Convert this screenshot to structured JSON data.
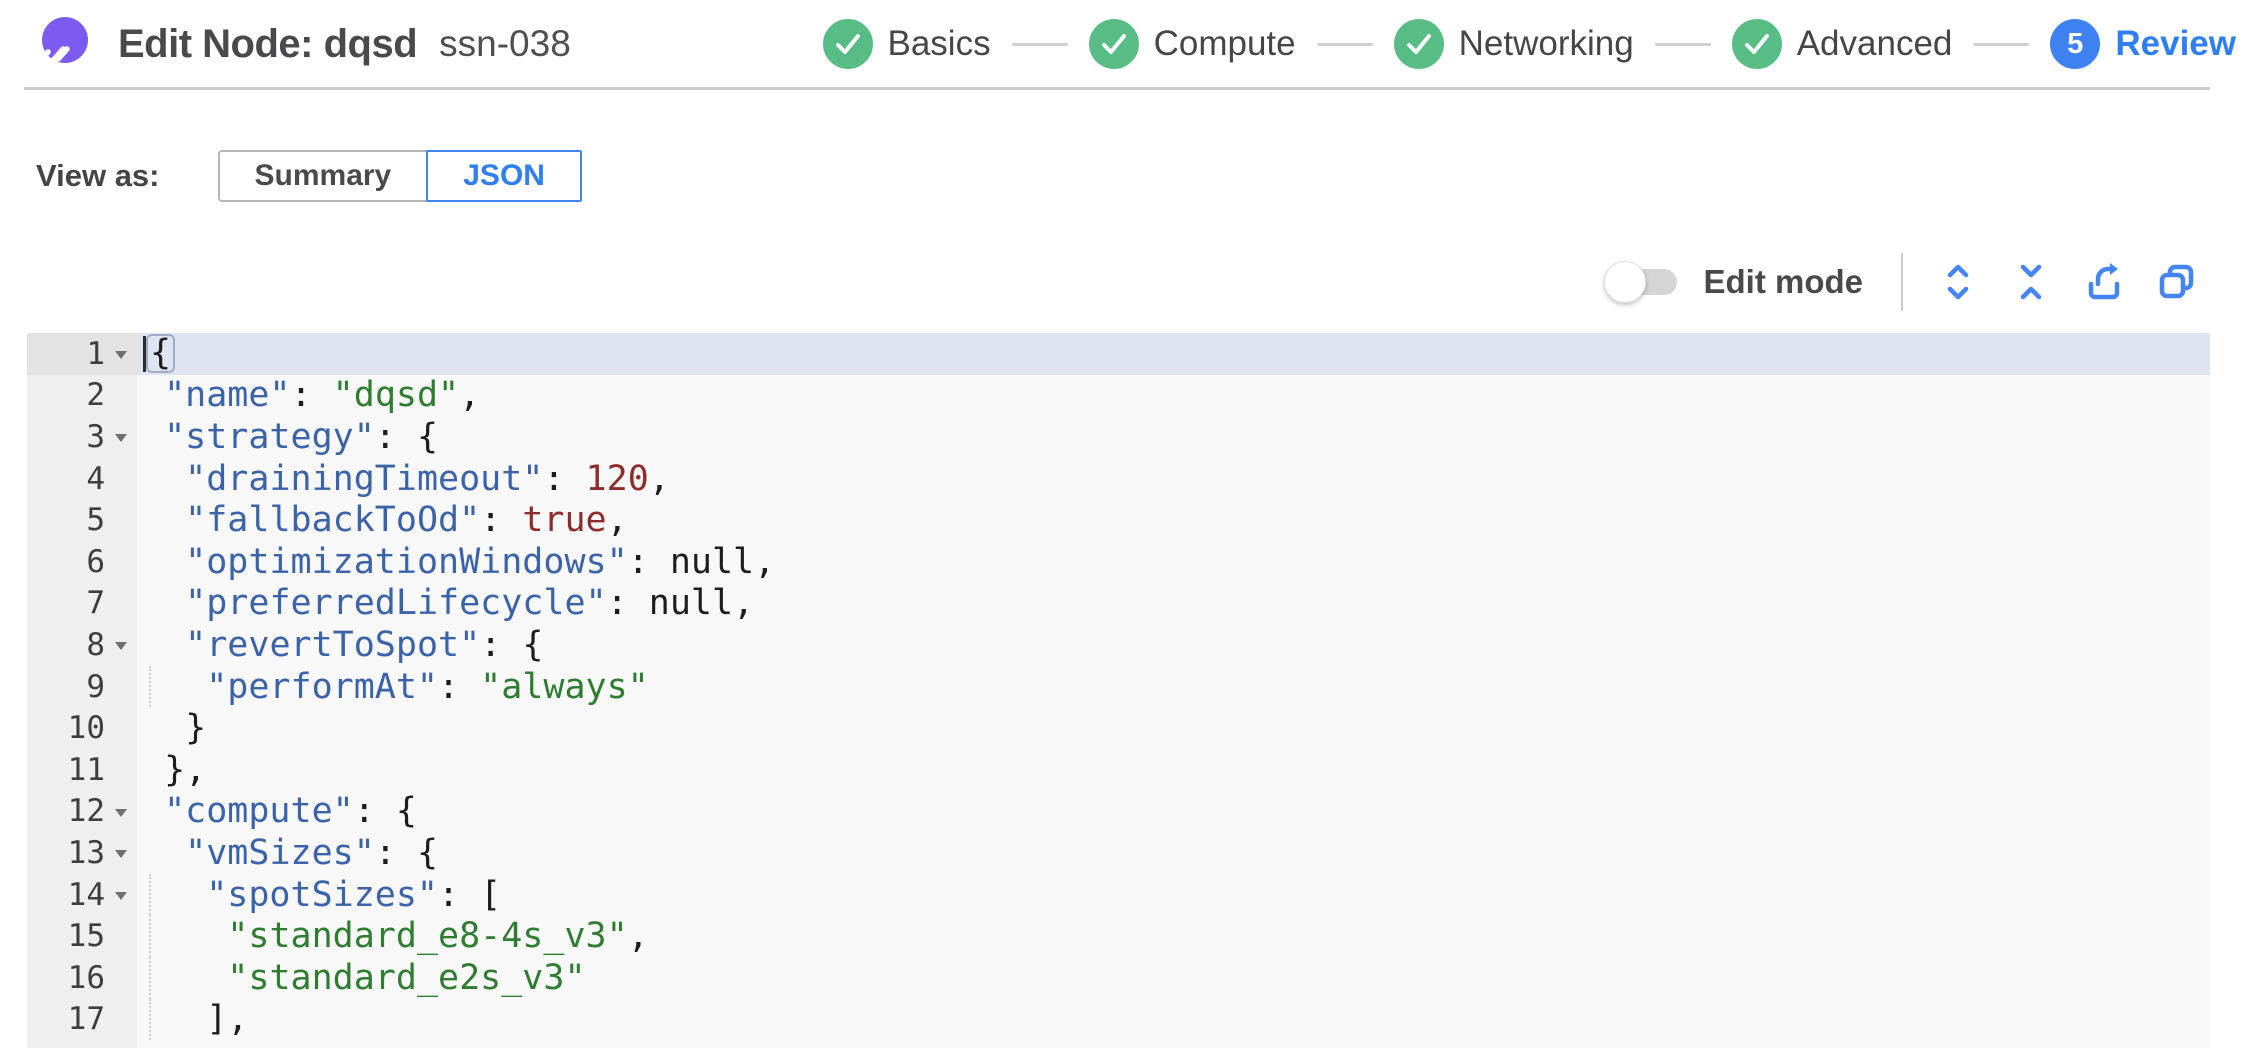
{
  "header": {
    "title": "Edit Node: dqsd",
    "subtitle": "ssn-038",
    "steps": [
      {
        "id": "basics",
        "label": "Basics",
        "status": "done"
      },
      {
        "id": "compute",
        "label": "Compute",
        "status": "done"
      },
      {
        "id": "networking",
        "label": "Networking",
        "status": "done"
      },
      {
        "id": "advanced",
        "label": "Advanced",
        "status": "done"
      },
      {
        "id": "review",
        "label": "Review",
        "status": "current",
        "number": "5"
      }
    ]
  },
  "view_as": {
    "label": "View as:",
    "options": [
      {
        "label": "Summary",
        "selected": false
      },
      {
        "label": "JSON",
        "selected": true
      }
    ]
  },
  "toolbar": {
    "edit_mode_label": "Edit mode",
    "edit_mode_on": false,
    "icons": [
      "expand-all-icon",
      "collapse-all-icon",
      "export-icon",
      "copy-icon"
    ]
  },
  "colors": {
    "accent_blue": "#2e7ff2",
    "step_done_green": "#57bd84",
    "step_current_blue": "#3e82f1",
    "logo_purple": "#7d5bf0",
    "code_key": "#3b63a9",
    "code_string": "#2f7d31",
    "code_number": "#8e2c2c",
    "active_line_bg": "#dee4f0"
  },
  "editor": {
    "lines": [
      {
        "n": 1,
        "indent": 0,
        "fold": true,
        "active": true,
        "segments": [
          {
            "c": "p",
            "t": "{",
            "box": true
          }
        ]
      },
      {
        "n": 2,
        "indent": 1,
        "fold": false,
        "segments": [
          {
            "c": "k",
            "t": "\"name\""
          },
          {
            "c": "p",
            "t": ": "
          },
          {
            "c": "s",
            "t": "\"dqsd\""
          },
          {
            "c": "p",
            "t": ","
          }
        ]
      },
      {
        "n": 3,
        "indent": 1,
        "fold": true,
        "segments": [
          {
            "c": "k",
            "t": "\"strategy\""
          },
          {
            "c": "p",
            "t": ": {"
          }
        ]
      },
      {
        "n": 4,
        "indent": 2,
        "fold": false,
        "segments": [
          {
            "c": "k",
            "t": "\"drainingTimeout\""
          },
          {
            "c": "p",
            "t": ": "
          },
          {
            "c": "n",
            "t": "120"
          },
          {
            "c": "p",
            "t": ","
          }
        ]
      },
      {
        "n": 5,
        "indent": 2,
        "fold": false,
        "segments": [
          {
            "c": "k",
            "t": "\"fallbackToOd\""
          },
          {
            "c": "p",
            "t": ": "
          },
          {
            "c": "b",
            "t": "true"
          },
          {
            "c": "p",
            "t": ","
          }
        ]
      },
      {
        "n": 6,
        "indent": 2,
        "fold": false,
        "segments": [
          {
            "c": "k",
            "t": "\"optimizationWindows\""
          },
          {
            "c": "p",
            "t": ": "
          },
          {
            "c": "u",
            "t": "null"
          },
          {
            "c": "p",
            "t": ","
          }
        ]
      },
      {
        "n": 7,
        "indent": 2,
        "fold": false,
        "segments": [
          {
            "c": "k",
            "t": "\"preferredLifecycle\""
          },
          {
            "c": "p",
            "t": ": "
          },
          {
            "c": "u",
            "t": "null"
          },
          {
            "c": "p",
            "t": ","
          }
        ]
      },
      {
        "n": 8,
        "indent": 2,
        "fold": true,
        "segments": [
          {
            "c": "k",
            "t": "\"revertToSpot\""
          },
          {
            "c": "p",
            "t": ": {"
          }
        ]
      },
      {
        "n": 9,
        "indent": 3,
        "fold": false,
        "segments": [
          {
            "c": "k",
            "t": "\"performAt\""
          },
          {
            "c": "p",
            "t": ": "
          },
          {
            "c": "s",
            "t": "\"always\""
          }
        ]
      },
      {
        "n": 10,
        "indent": 2,
        "fold": false,
        "segments": [
          {
            "c": "p",
            "t": "}"
          }
        ]
      },
      {
        "n": 11,
        "indent": 1,
        "fold": false,
        "segments": [
          {
            "c": "p",
            "t": "},"
          }
        ]
      },
      {
        "n": 12,
        "indent": 1,
        "fold": true,
        "segments": [
          {
            "c": "k",
            "t": "\"compute\""
          },
          {
            "c": "p",
            "t": ": {"
          }
        ]
      },
      {
        "n": 13,
        "indent": 2,
        "fold": true,
        "segments": [
          {
            "c": "k",
            "t": "\"vmSizes\""
          },
          {
            "c": "p",
            "t": ": {"
          }
        ]
      },
      {
        "n": 14,
        "indent": 3,
        "fold": true,
        "segments": [
          {
            "c": "k",
            "t": "\"spotSizes\""
          },
          {
            "c": "p",
            "t": ": ["
          }
        ]
      },
      {
        "n": 15,
        "indent": 4,
        "fold": false,
        "segments": [
          {
            "c": "s",
            "t": "\"standard_e8-4s_v3\""
          },
          {
            "c": "p",
            "t": ","
          }
        ]
      },
      {
        "n": 16,
        "indent": 4,
        "fold": false,
        "segments": [
          {
            "c": "s",
            "t": "\"standard_e2s_v3\""
          }
        ]
      },
      {
        "n": 17,
        "indent": 3,
        "fold": false,
        "segments": [
          {
            "c": "p",
            "t": "],"
          }
        ]
      }
    ]
  }
}
